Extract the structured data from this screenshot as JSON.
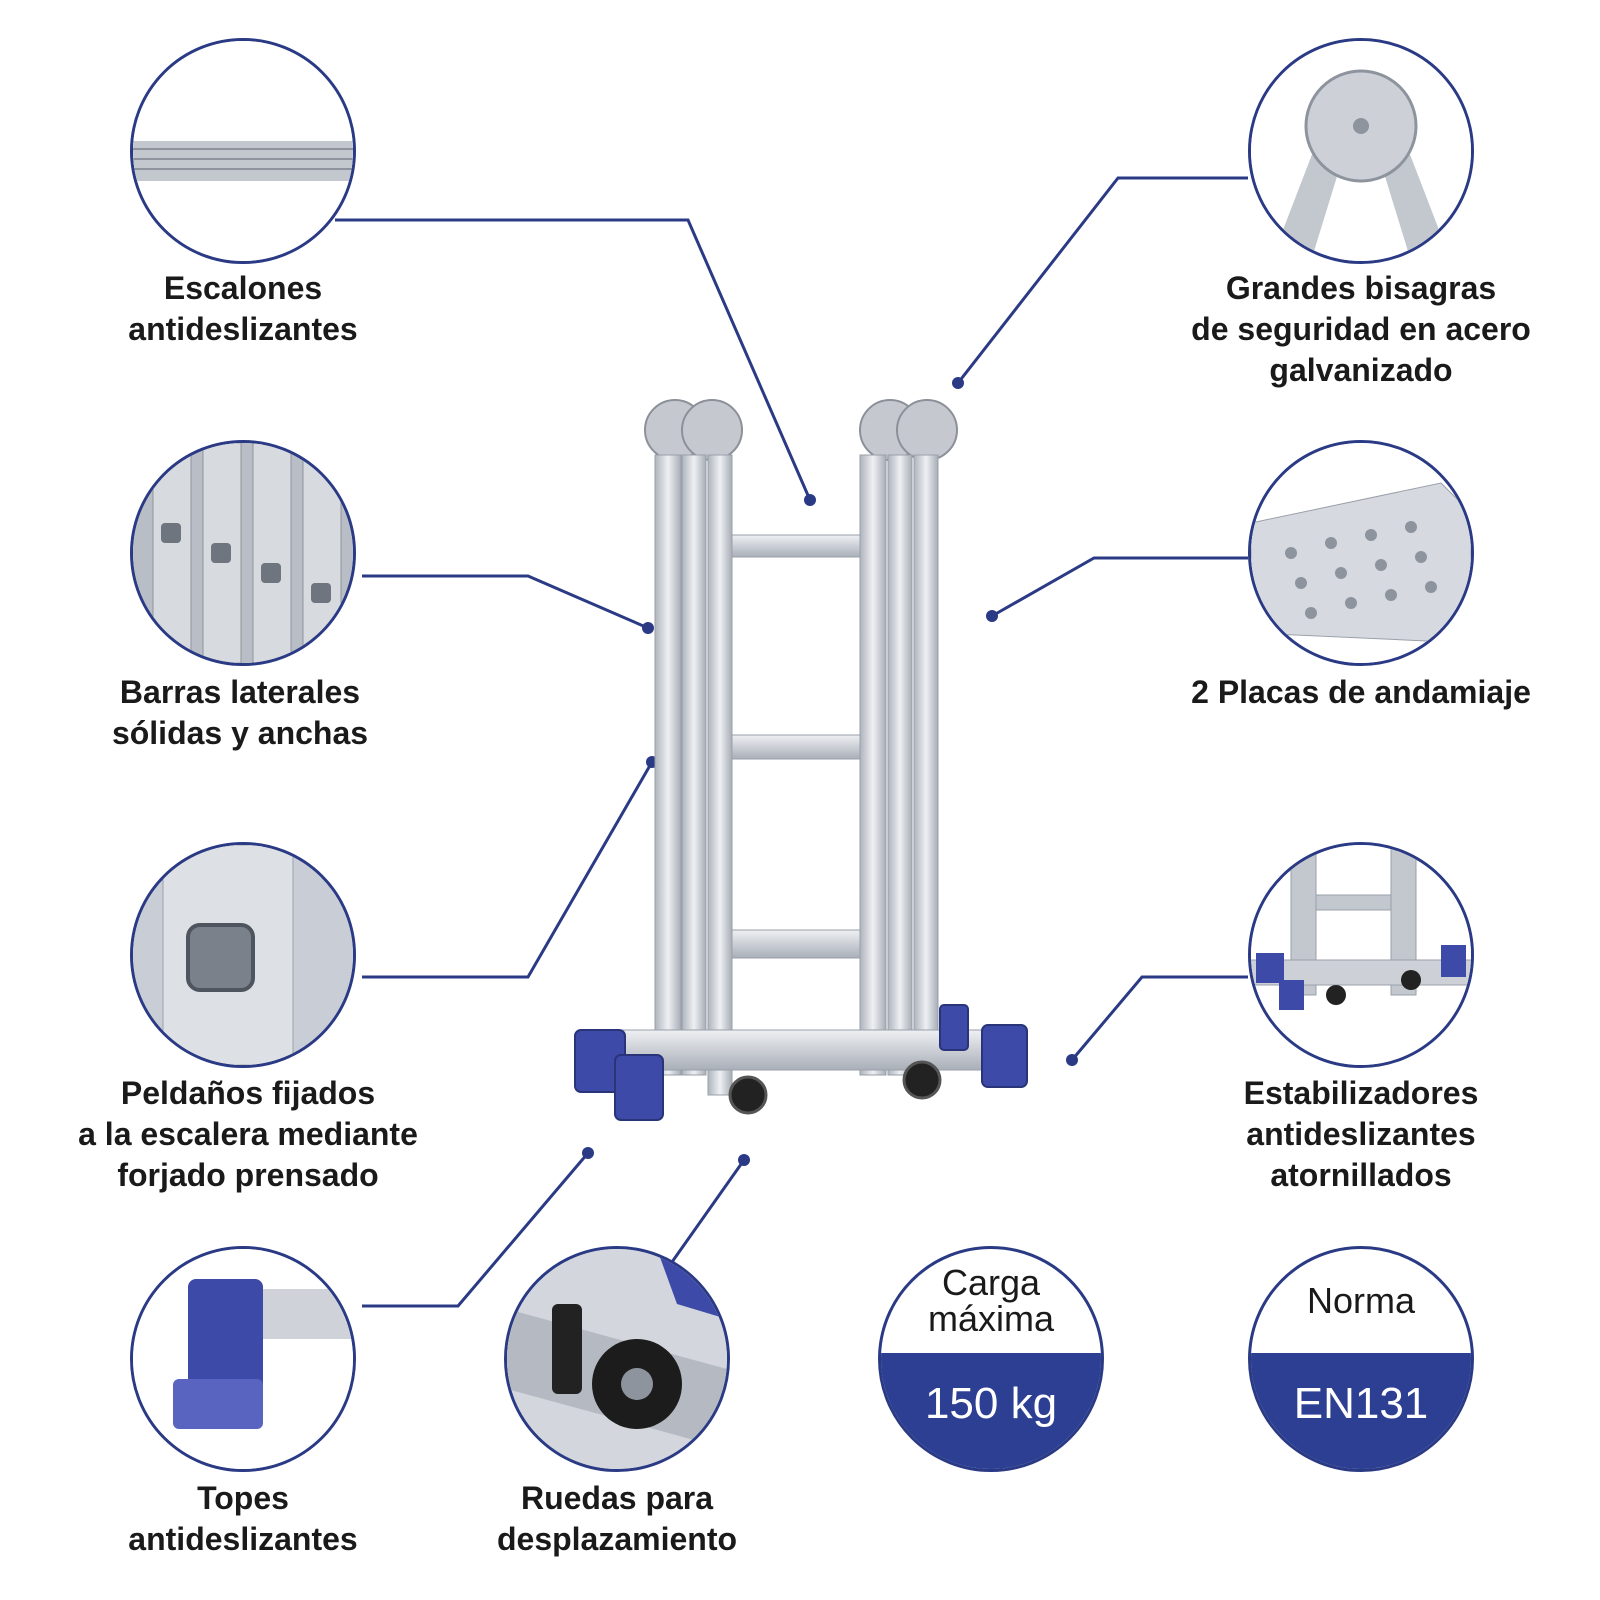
{
  "colors": {
    "accent": "#2d3f93",
    "line": "#2a3a85",
    "aluminium": "#c9ced6",
    "stopper": "#3d4aa8"
  },
  "features": [
    {
      "id": "escalones",
      "icon": "rung-closeup",
      "lines": [
        "Escalones",
        "antideslizantes"
      ]
    },
    {
      "id": "barras",
      "icon": "side-rails-closeup",
      "lines": [
        "Barras laterales",
        "sólidas y anchas"
      ]
    },
    {
      "id": "peldanos",
      "icon": "pressed-rivet-closeup",
      "lines": [
        "Peldaños fijados",
        "a la escalera mediante",
        "forjado prensado"
      ]
    },
    {
      "id": "topes",
      "icon": "stopper-closeup",
      "lines": [
        "Topes",
        "antideslizantes"
      ]
    },
    {
      "id": "ruedas",
      "icon": "wheel-closeup",
      "lines": [
        "Ruedas para",
        "desplazamiento"
      ]
    },
    {
      "id": "bisagras",
      "icon": "hinge-closeup",
      "lines": [
        "Grandes bisagras",
        "de seguridad en acero",
        "galvanizado"
      ]
    },
    {
      "id": "placas",
      "icon": "scaffold-plate-closeup",
      "lines": [
        "2 Placas de andamiaje"
      ]
    },
    {
      "id": "estabilizadores",
      "icon": "stabilizer-closeup",
      "lines": [
        "Estabilizadores",
        "antideslizantes",
        "atornillados"
      ]
    }
  ],
  "badges": {
    "carga": {
      "top": [
        "Carga",
        "máxima"
      ],
      "value": "150 kg"
    },
    "norma": {
      "top": [
        "Norma"
      ],
      "value": "EN131"
    }
  }
}
